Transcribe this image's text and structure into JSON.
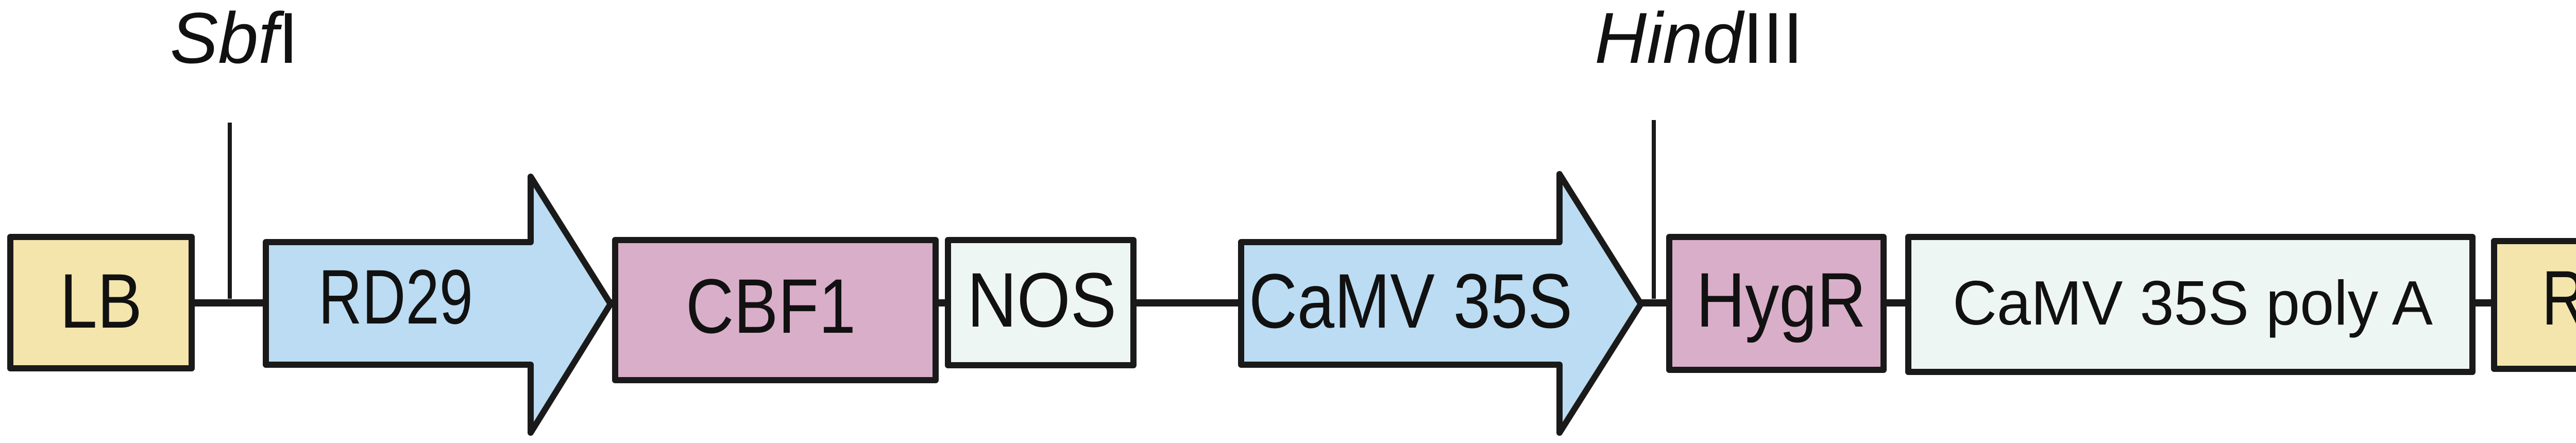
{
  "restriction_sites": [
    {
      "italic": "Sbf",
      "roman": "I"
    },
    {
      "italic": "Hind",
      "roman": "III"
    }
  ],
  "elements": [
    {
      "label": "LB",
      "kind": "border",
      "fill": "#f3e5ac",
      "stroke": "#1a1a1a"
    },
    {
      "label": "RD29",
      "kind": "promoter",
      "fill": "#bbdcf2",
      "stroke": "#1a1a1a"
    },
    {
      "label": "CBF1",
      "kind": "gene",
      "fill": "#d9aec8",
      "stroke": "#1a1a1a"
    },
    {
      "label": "NOS",
      "kind": "terminator",
      "fill": "#eef6f3",
      "stroke": "#1a1a1a"
    },
    {
      "label": "CaMV 35S",
      "kind": "promoter",
      "fill": "#bbdcf2",
      "stroke": "#1a1a1a"
    },
    {
      "label": "HygR",
      "kind": "gene",
      "fill": "#d9aec8",
      "stroke": "#1a1a1a"
    },
    {
      "label": "CaMV 35S poly A",
      "kind": "terminator",
      "fill": "#eef6f3",
      "stroke": "#574482"
    },
    {
      "label": "RB",
      "kind": "border",
      "fill": "#f3e5ac",
      "stroke": "#1a1a1a"
    }
  ]
}
